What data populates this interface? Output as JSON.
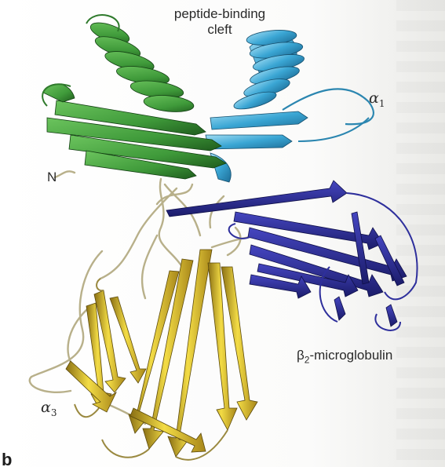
{
  "labels": {
    "cleft_line1": "peptide-binding",
    "cleft_line2": "cleft",
    "alpha1_symbol": "α",
    "alpha1_sub": "1",
    "alpha3_symbol": "α",
    "alpha3_sub": "3",
    "n_terminus": "N",
    "b2m_symbol": "β",
    "b2m_sub": "2",
    "b2m_rest": "-microglobulin",
    "panel": "b"
  },
  "colors": {
    "alpha1_domain": "#3aa6d4",
    "alpha2_domain": "#3f9a3a",
    "alpha3_domain": "#e2c42a",
    "beta2_microglobulin": "#2e2f9c",
    "loops": "#b8b08a"
  }
}
